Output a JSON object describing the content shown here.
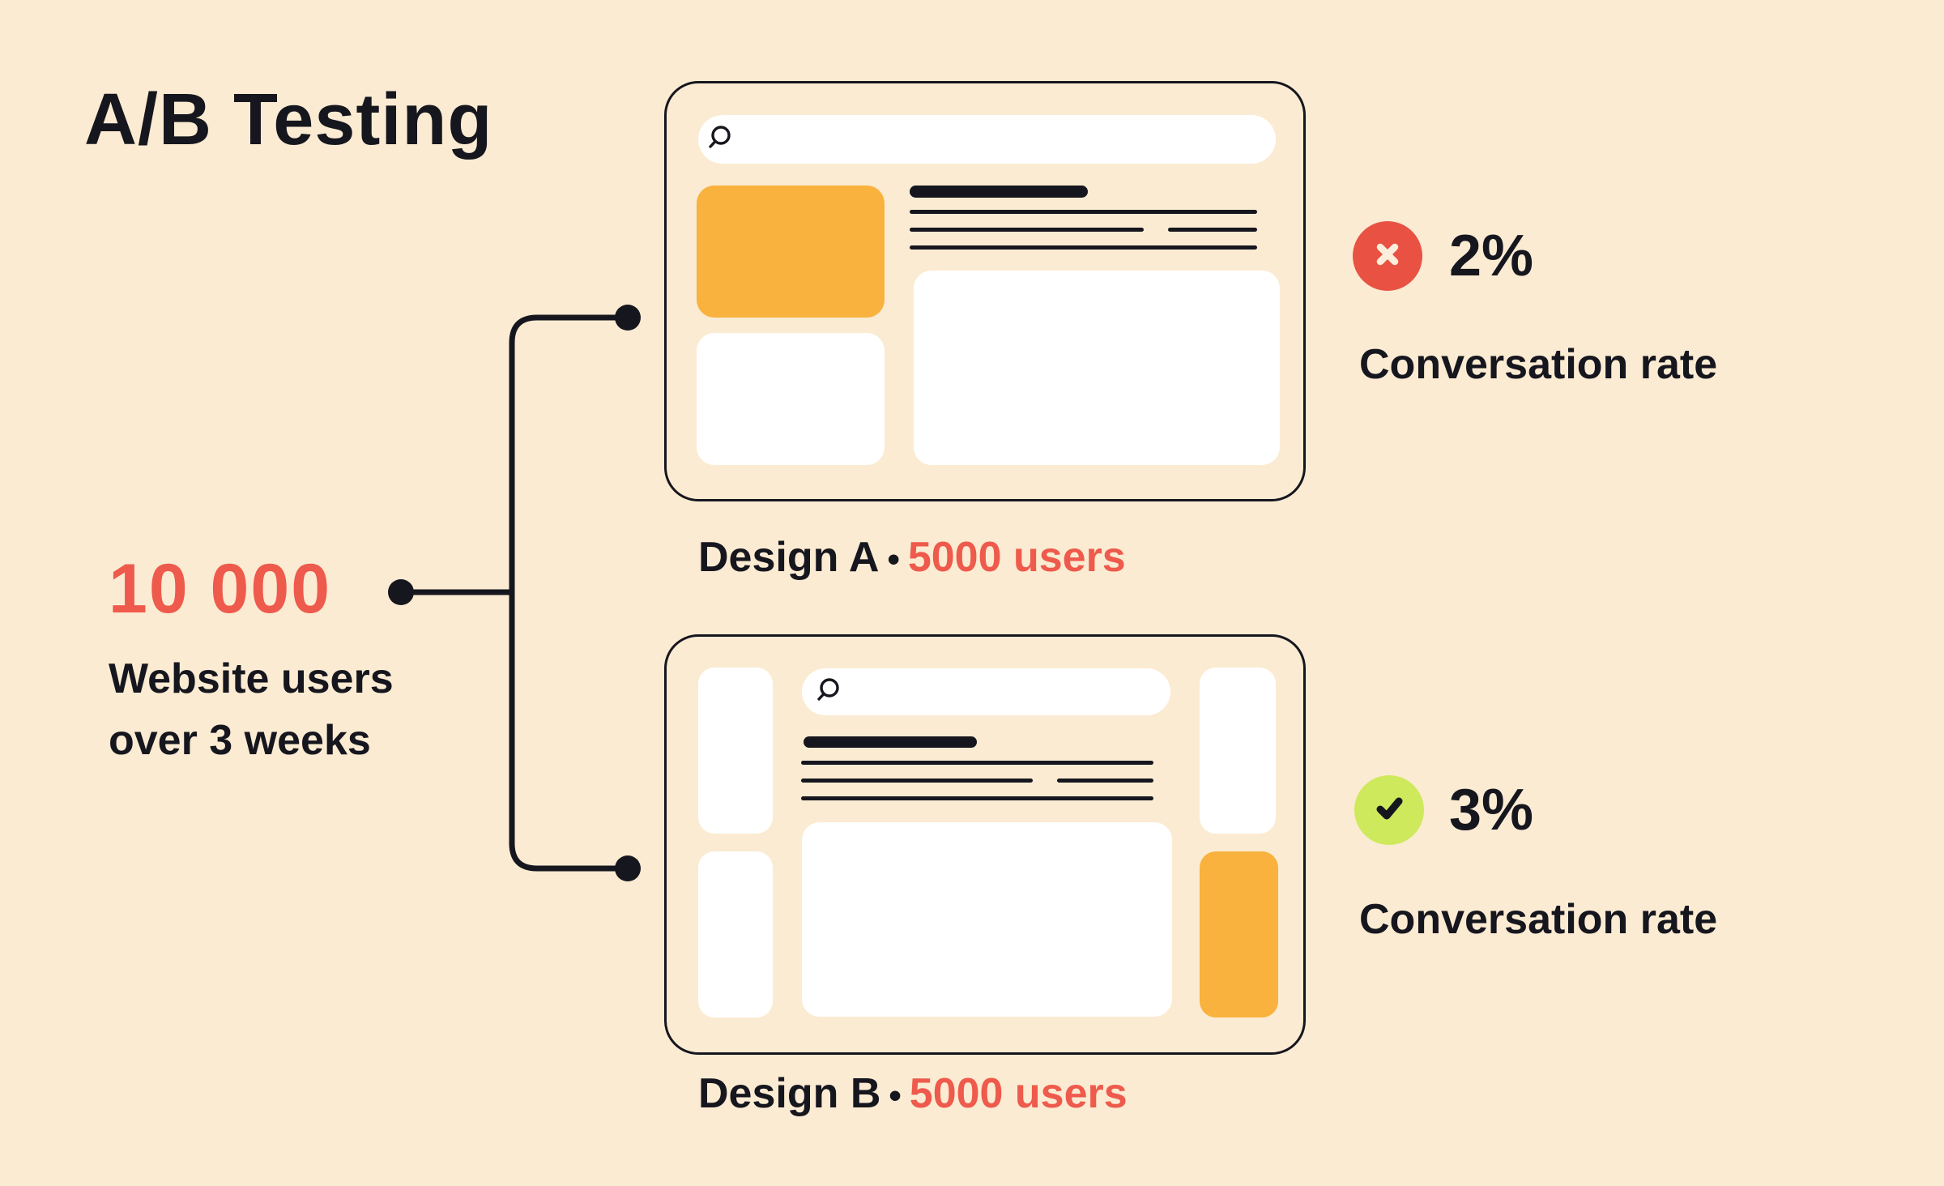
{
  "title": "A/B Testing",
  "source": {
    "total": "10 000",
    "description": [
      "Website users",
      "over 3 weeks"
    ]
  },
  "variants": [
    {
      "name": "Design A",
      "separator": "•",
      "users": "5000 users",
      "result": {
        "value": "2%",
        "label": "Conversation rate",
        "status": "fail",
        "icon": "x-icon",
        "badge_color": "#E95243"
      }
    },
    {
      "name": "Design B",
      "separator": "•",
      "users": "5000 users",
      "result": {
        "value": "3%",
        "label": "Conversation rate",
        "status": "pass",
        "icon": "check-icon",
        "badge_color": "#CEE95C"
      }
    }
  ],
  "icons": {
    "search": "search-icon",
    "fail": "x-icon",
    "pass": "check-icon",
    "connector_node": "node-dot"
  },
  "colors": {
    "background": "#FBEBD2",
    "ink": "#16161E",
    "accent_red": "#EE5A4C",
    "badge_fail": "#E95243",
    "badge_pass": "#CEE95C",
    "accent_orange": "#F8B23D",
    "surface_white": "#FFFFFF"
  }
}
